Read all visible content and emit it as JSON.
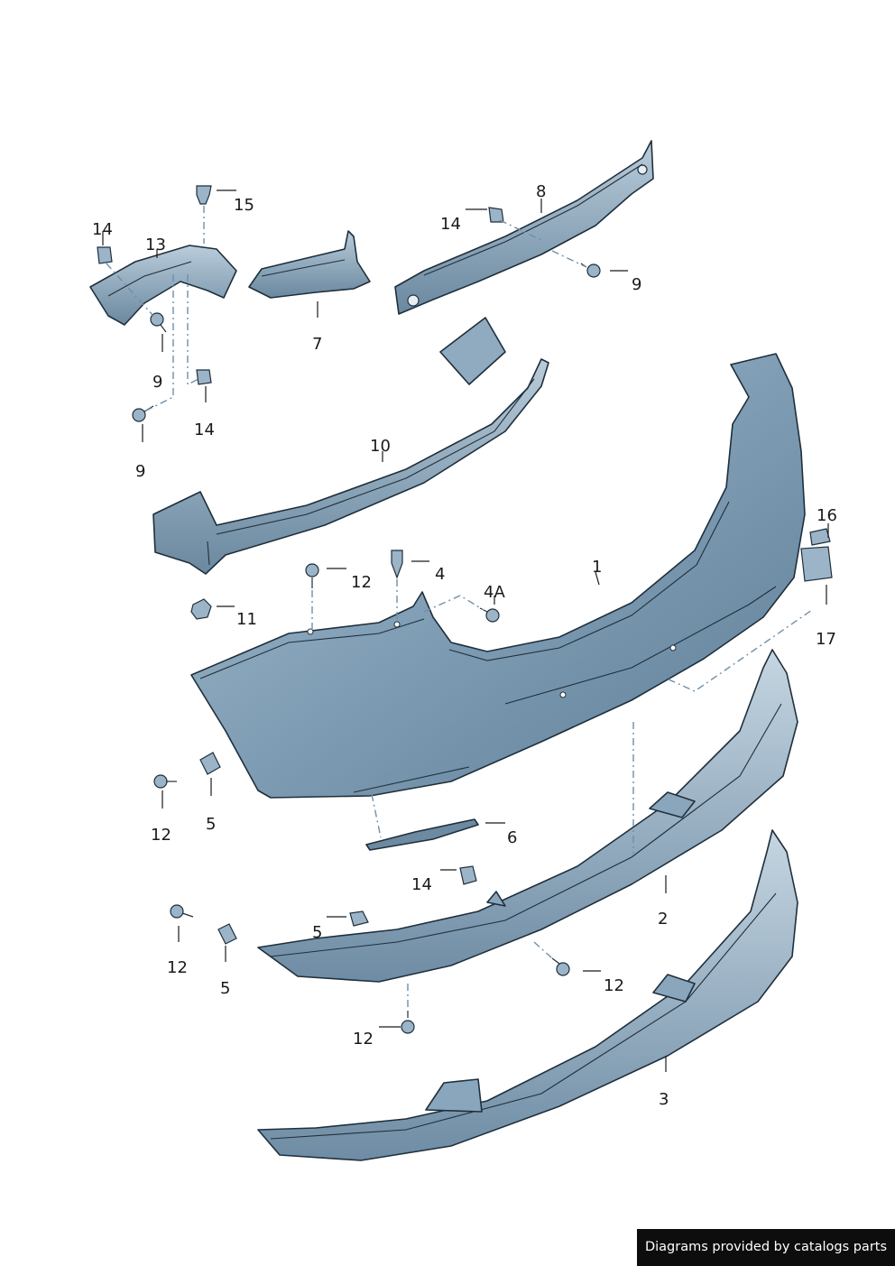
{
  "labels": [
    {
      "id": "1",
      "text": "1"
    },
    {
      "id": "2",
      "text": "2"
    },
    {
      "id": "3",
      "text": "3"
    },
    {
      "id": "4",
      "text": "4"
    },
    {
      "id": "4A",
      "text": "4A"
    },
    {
      "id": "5a",
      "text": "5"
    },
    {
      "id": "5b",
      "text": "5"
    },
    {
      "id": "5c",
      "text": "5"
    },
    {
      "id": "6",
      "text": "6"
    },
    {
      "id": "7",
      "text": "7"
    },
    {
      "id": "8",
      "text": "8"
    },
    {
      "id": "9a",
      "text": "9"
    },
    {
      "id": "9b",
      "text": "9"
    },
    {
      "id": "9c",
      "text": "9"
    },
    {
      "id": "10",
      "text": "10"
    },
    {
      "id": "11",
      "text": "11"
    },
    {
      "id": "12a",
      "text": "12"
    },
    {
      "id": "12b",
      "text": "12"
    },
    {
      "id": "12c",
      "text": "12"
    },
    {
      "id": "12d",
      "text": "12"
    },
    {
      "id": "12e",
      "text": "12"
    },
    {
      "id": "13",
      "text": "13"
    },
    {
      "id": "14a",
      "text": "14"
    },
    {
      "id": "14b",
      "text": "14"
    },
    {
      "id": "14c",
      "text": "14"
    },
    {
      "id": "14d",
      "text": "14"
    },
    {
      "id": "15",
      "text": "15"
    },
    {
      "id": "16",
      "text": "16"
    },
    {
      "id": "17",
      "text": "17"
    }
  ],
  "credit": "Diagrams provided by catalogs parts"
}
